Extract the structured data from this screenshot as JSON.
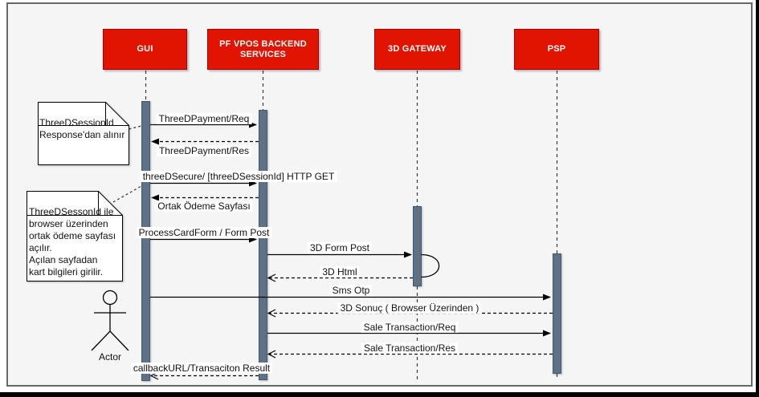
{
  "diagram": {
    "participants": [
      {
        "label": "GUI"
      },
      {
        "label": "PF VPOS BACKEND SERVICES"
      },
      {
        "label": "3D GATEWAY"
      },
      {
        "label": "PSP"
      }
    ],
    "messages": [
      {
        "label": "ThreeDPayment/Req",
        "from": "GUI",
        "to": "PF VPOS BACKEND SERVICES",
        "type": "solid"
      },
      {
        "label": "ThreeDPayment/Res",
        "from": "PF VPOS BACKEND SERVICES",
        "to": "GUI",
        "type": "dashed"
      },
      {
        "label": "threeDSecure/ [threeDSessionId] HTTP GET",
        "from": "GUI",
        "to": "PF VPOS BACKEND SERVICES",
        "type": "solid"
      },
      {
        "label": "Ortak Ödeme Sayfası",
        "from": "PF VPOS BACKEND SERVICES",
        "to": "GUI",
        "type": "dashed"
      },
      {
        "label": "ProcessCardForm / Form Post",
        "from": "GUI",
        "to": "PF VPOS BACKEND SERVICES",
        "type": "solid"
      },
      {
        "label": "3D Form Post",
        "from": "PF VPOS BACKEND SERVICES",
        "to": "3D GATEWAY",
        "type": "solid"
      },
      {
        "label": "3D Html",
        "from": "3D GATEWAY",
        "to": "PF VPOS BACKEND SERVICES",
        "type": "dashed"
      },
      {
        "label": "Sms Otp",
        "from": "GUI",
        "to": "PSP",
        "type": "solid"
      },
      {
        "label": "3D Sonuç ( Browser Üzerinden )",
        "from": "PSP",
        "to": "PF VPOS BACKEND SERVICES",
        "type": "dashed"
      },
      {
        "label": "Sale Transaction/Req",
        "from": "PF VPOS BACKEND SERVICES",
        "to": "PSP",
        "type": "solid"
      },
      {
        "label": "Sale Transaction/Res",
        "from": "PSP",
        "to": "PF VPOS BACKEND SERVICES",
        "type": "dashed"
      },
      {
        "label": "callbackURL/Transaciton Result",
        "from": "PF VPOS BACKEND SERVICES",
        "to": "GUI",
        "type": "dashed"
      }
    ],
    "notes": [
      {
        "text": "ThreeDSessionId\nResponse'dan alınır"
      },
      {
        "text": "ThreeDSessonId ile\nbrowser üzerinden\nortak ödeme sayfası\naçılır.\nAçılan sayfadan\nkart bilgileri girilir."
      }
    ],
    "actor": {
      "label": "Actor"
    },
    "colors": {
      "participant_fill": "#e01400",
      "participant_border": "#b20000",
      "activation_fill": "#5d7287",
      "activation_border": "#43586d",
      "canvas": "#f5f5f5",
      "line": "#000000"
    }
  }
}
